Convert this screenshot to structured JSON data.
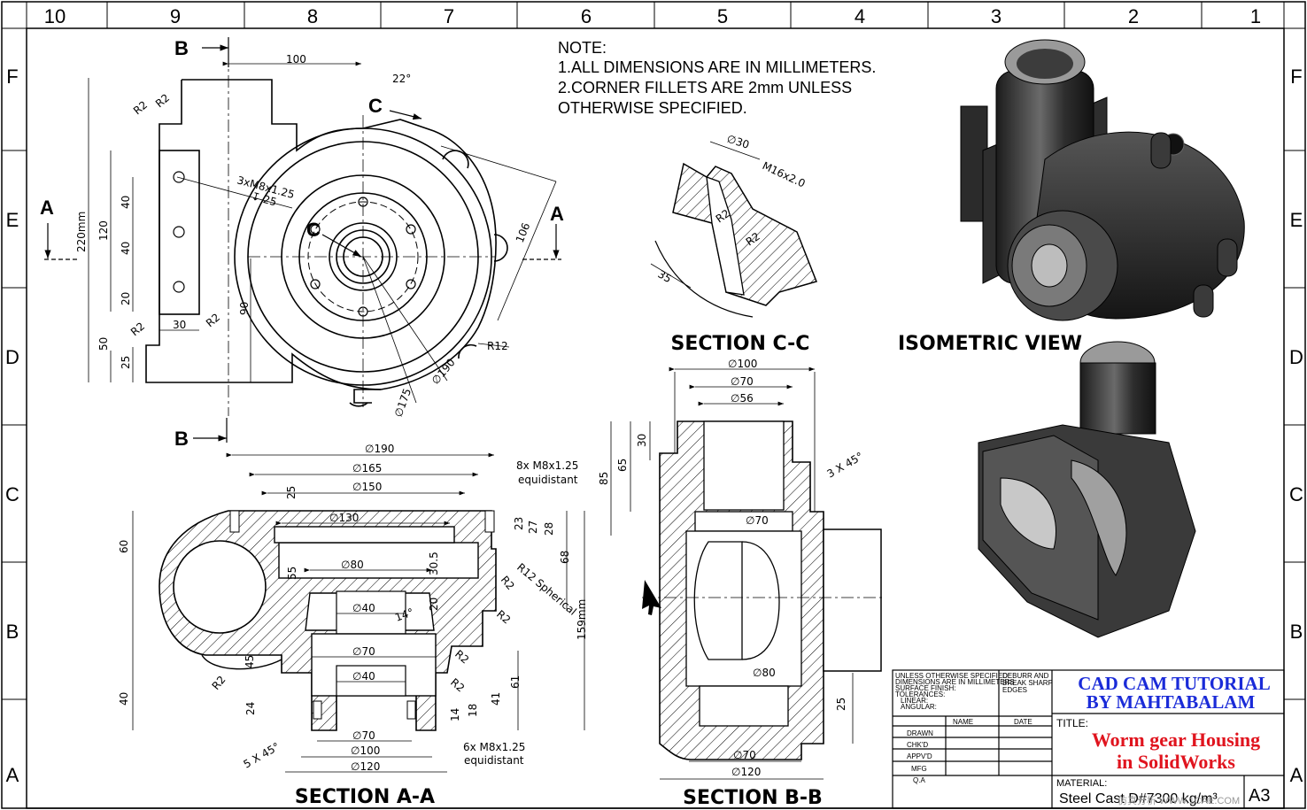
{
  "zones": {
    "columns": [
      "10",
      "9",
      "8",
      "7",
      "6",
      "5",
      "4",
      "3",
      "2",
      "1"
    ],
    "rows": [
      "F",
      "E",
      "D",
      "C",
      "B",
      "A"
    ]
  },
  "notes": {
    "heading": "NOTE:",
    "line1": "1.ALL DIMENSIONS ARE IN MILLIMETERS.",
    "line2": "2.CORNER FILLETS ARE 2mm UNLESS",
    "line3": "OTHERWISE SPECIFIED."
  },
  "views": {
    "section_cc": "SECTION C-C",
    "isometric": "ISOMETRIC VIEW",
    "section_aa": "SECTION A-A",
    "section_bb": "SECTION B-B"
  },
  "markers": {
    "a": "A",
    "b": "B",
    "c": "C"
  },
  "front_view_dims": {
    "d100": "100",
    "ang22": "22°",
    "r2a": "R2",
    "r2b": "R2",
    "r2c": "R2",
    "r2d": "R2",
    "holes": "3xM8x1.25",
    "depth": "↧ 25",
    "d220": "220mm",
    "d120": "120",
    "d40a": "40",
    "d40b": "40",
    "d20": "20",
    "d30": "30",
    "d90": "90",
    "d50": "50",
    "d25": "25",
    "d106": "106",
    "r12": "R12",
    "dia175": "∅175",
    "dia190": "∅190"
  },
  "section_cc_dims": {
    "dia30": "∅30",
    "thread": "M16x2.0",
    "r2a": "R2",
    "r2b": "R2",
    "d35": "35"
  },
  "section_aa_dims": {
    "dia190": "∅190",
    "dia165": "∅165",
    "dia150": "∅150",
    "holes8": "8x M8x1.25",
    "equid1": "equidistant",
    "d25": "25",
    "dia130": "∅130",
    "d23": "23",
    "d27": "27",
    "d28": "28",
    "d68": "68",
    "d159": "159mm",
    "d60": "60",
    "d55": "55",
    "dia80": "∅80",
    "d305": "30.5",
    "r12s": "R12 Spherical",
    "r2a": "R2",
    "r2b": "R2",
    "r2c": "R2",
    "r2d": "R2",
    "r2e": "R2",
    "dia40a": "∅40",
    "ang14": "14°",
    "d20": "20",
    "d45": "45",
    "dia70a": "∅70",
    "dia40b": "∅40",
    "d61": "61",
    "d41": "41",
    "d40": "40",
    "d24": "24",
    "d14": "14",
    "d18": "18",
    "chamfer": "5 X 45°",
    "dia70b": "∅70",
    "dia100": "∅100",
    "dia120": "∅120",
    "holes6": "6x M8x1.25",
    "equid2": "equidistant"
  },
  "section_bb_dims": {
    "dia100": "∅100",
    "dia70a": "∅70",
    "dia56": "∅56",
    "d30": "30",
    "d65": "65",
    "d85": "85",
    "chamfer": "3 X 45°",
    "dia70b": "∅70",
    "dia80": "∅80",
    "d25": "25",
    "dia70c": "∅70",
    "dia120": "∅120"
  },
  "title_block": {
    "spec1": "UNLESS OTHERWISE SPECIFIED:",
    "spec2": "DIMENSIONS ARE IN MILLIMETERS",
    "spec3": "SURFACE FINISH:",
    "spec4": "TOLERANCES:",
    "spec5": "LINEAR:",
    "spec6": "ANGULAR:",
    "deburr1": "DEBURR AND",
    "deburr2": "BREAK SHARP",
    "deburr3": "EDGES",
    "col_name": "NAME",
    "col_date": "DATE",
    "rows": [
      "DRAWN",
      "CHK'D",
      "APPV'D",
      "MFG",
      "Q.A"
    ],
    "brand1": "CAD CAM TUTORIAL",
    "brand2": "BY MAHTABALAM",
    "title_label": "TITLE:",
    "title1": "Worm gear Housing",
    "title2": "in SolidWorks",
    "material_label": "MATERIAL:",
    "material": "Steel Cast D#7300 kg/m³",
    "sheet_size": "A3"
  },
  "watermark": "仿真分析 WWW.1CAE.COM",
  "colors": {
    "ink": "#000000",
    "brand": "#1a2bd8",
    "title": "#e0141e",
    "model": "#3a3a3a"
  }
}
